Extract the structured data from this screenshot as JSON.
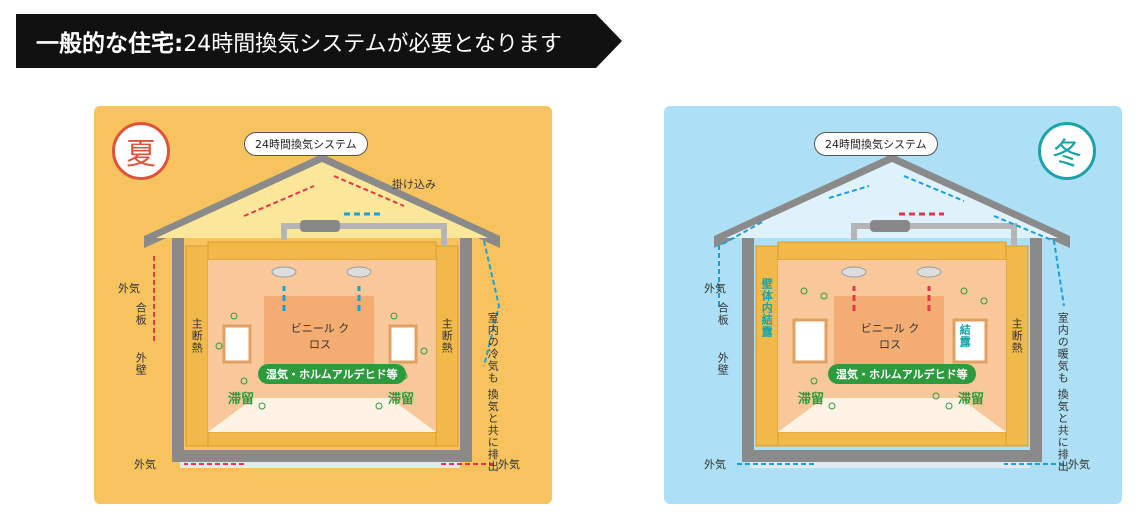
{
  "banner": {
    "bold": "一般的な住宅:",
    "rest": "24時間換気システムが必要となります"
  },
  "summer": {
    "season": "夏",
    "system": "24時間換気システム",
    "gap": "掛け込み",
    "outer_air_left": "外気",
    "plywood": "合板",
    "outer_wall": "外壁",
    "insulation_left": "主断熱",
    "insulation_right": "主断熱",
    "cloth": "ビニール クロス",
    "chemicals": "湿気・ホルムアルデヒド等",
    "stay_left": "滞留",
    "stay_right": "滞留",
    "exhaust_note": "室内の冷気も 換気と共に排出",
    "outer_air_bottom_left": "外気",
    "outer_air_bottom_right": "外気"
  },
  "winter": {
    "season": "冬",
    "system": "24時間換気システム",
    "wall_condensation": "壁体内結露",
    "window_condensation": "結露",
    "outer_air_left": "外気",
    "plywood": "合板",
    "outer_wall": "外壁",
    "insulation_right": "主断熱",
    "cloth": "ビニール クロス",
    "chemicals": "湿気・ホルムアルデヒド等",
    "stay_left": "滞留",
    "stay_right": "滞留",
    "exhaust_note": "室内の暖気も 換気と共に排出",
    "outer_air_bottom_left": "外気",
    "outer_air_bottom_right": "外気"
  },
  "colors": {
    "summer_bg": "#f7c35f",
    "winter_bg": "#aee0f5",
    "summer_circle": "#e0533a",
    "winter_circle": "#1aa3a8"
  }
}
